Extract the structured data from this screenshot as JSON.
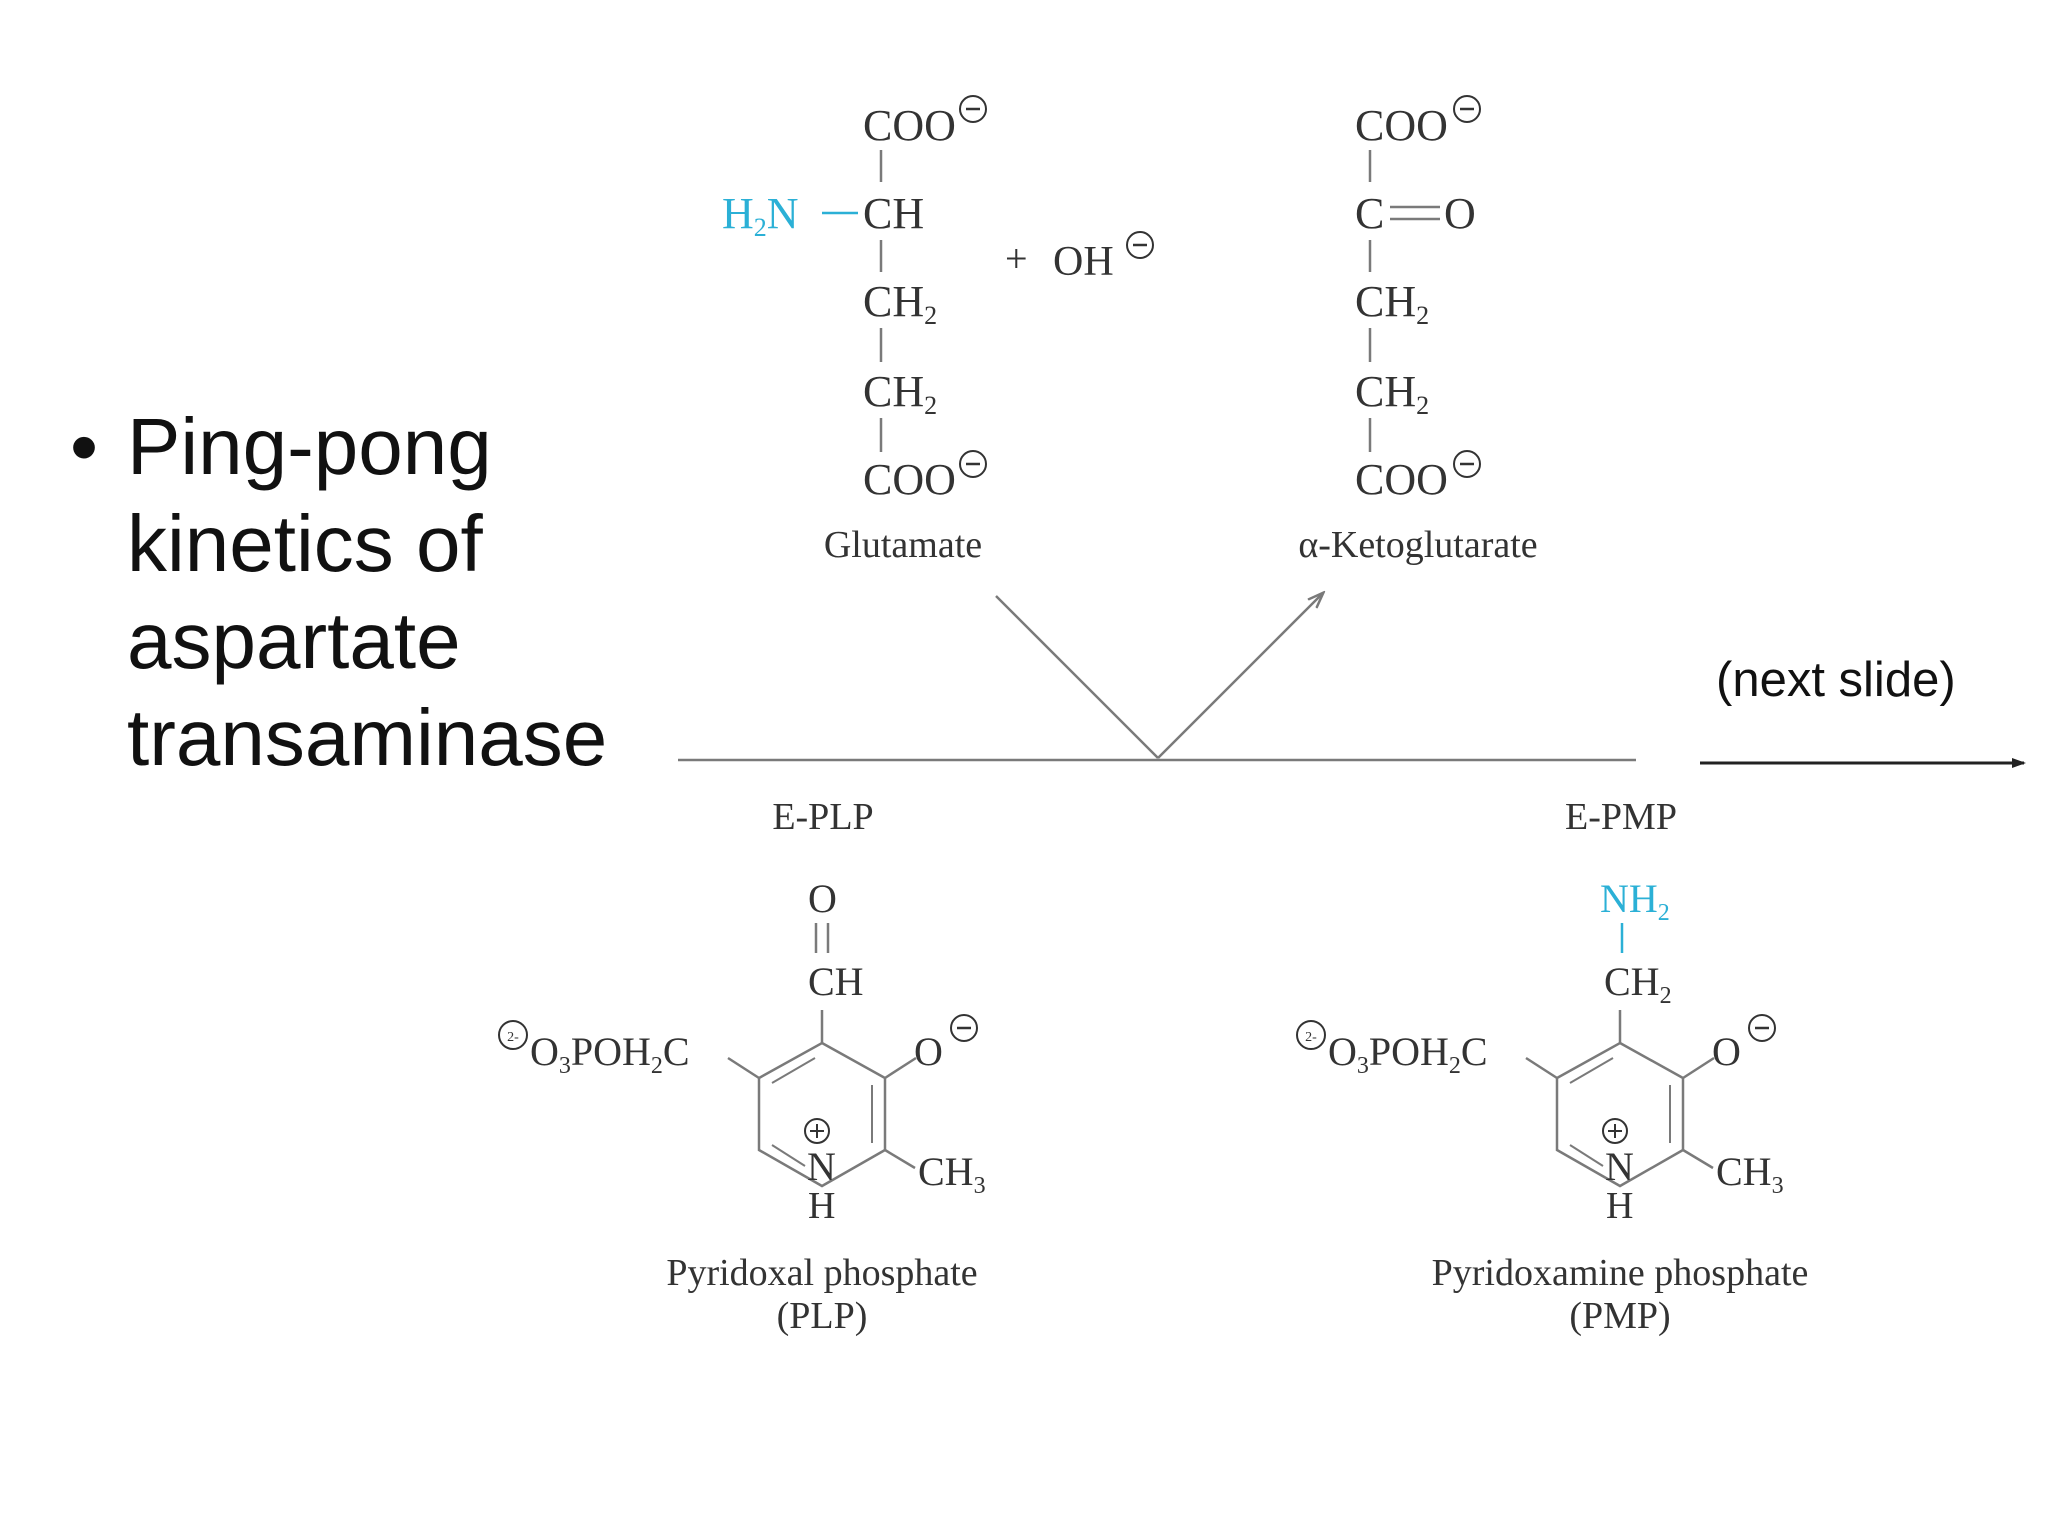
{
  "slide": {
    "bullet_symbol": "•",
    "bullet_lines": [
      "Ping-pong",
      "kinetics of",
      "aspartate",
      "transaminase"
    ],
    "next_slide_label": "(next slide)"
  },
  "reaction": {
    "glutamate": {
      "name": "Glutamate",
      "top_group": "COO",
      "amine_group": "H",
      "amine_sub": "2",
      "amine_n": "N",
      "alpha_carbon": "CH",
      "ch2_a": "CH",
      "ch2_b": "CH",
      "ch2_sub": "2",
      "bottom_group": "COO"
    },
    "hydroxide": {
      "plus": "+",
      "label": "OH"
    },
    "ketoglutarate": {
      "name": "α-Ketoglutarate",
      "top_group": "COO",
      "keto_carbon": "C",
      "keto_oxygen": "O",
      "ch2_a": "CH",
      "ch2_b": "CH",
      "ch2_sub": "2",
      "bottom_group": "COO"
    },
    "enzyme_left": "E-PLP",
    "enzyme_right": "E-PMP",
    "plp": {
      "aldehyde_o": "O",
      "aldehyde_ch": "CH",
      "phosphate_charge": "2-",
      "phosphate_group": "O",
      "phosphate_sub1": "3",
      "phosphate_mid": "POH",
      "phosphate_sub2": "2",
      "phosphate_c": "C",
      "ring_o": "O",
      "ring_n": "N",
      "ring_h": "H",
      "methyl": "CH",
      "methyl_sub": "3",
      "name_line1": "Pyridoxal phosphate",
      "name_line2": "(PLP)"
    },
    "pmp": {
      "amine": "NH",
      "amine_sub": "2",
      "ch2": "CH",
      "ch2_sub": "2",
      "phosphate_charge": "2-",
      "phosphate_group": "O",
      "phosphate_sub1": "3",
      "phosphate_mid": "POH",
      "phosphate_sub2": "2",
      "phosphate_c": "C",
      "ring_o": "O",
      "ring_n": "N",
      "ring_h": "H",
      "methyl": "CH",
      "methyl_sub": "3",
      "name_line1": "Pyridoxamine phosphate",
      "name_line2": "(PMP)"
    },
    "colors": {
      "amine": "#2bb0d6",
      "text": "#333333",
      "line": "#7a7a7a"
    }
  }
}
